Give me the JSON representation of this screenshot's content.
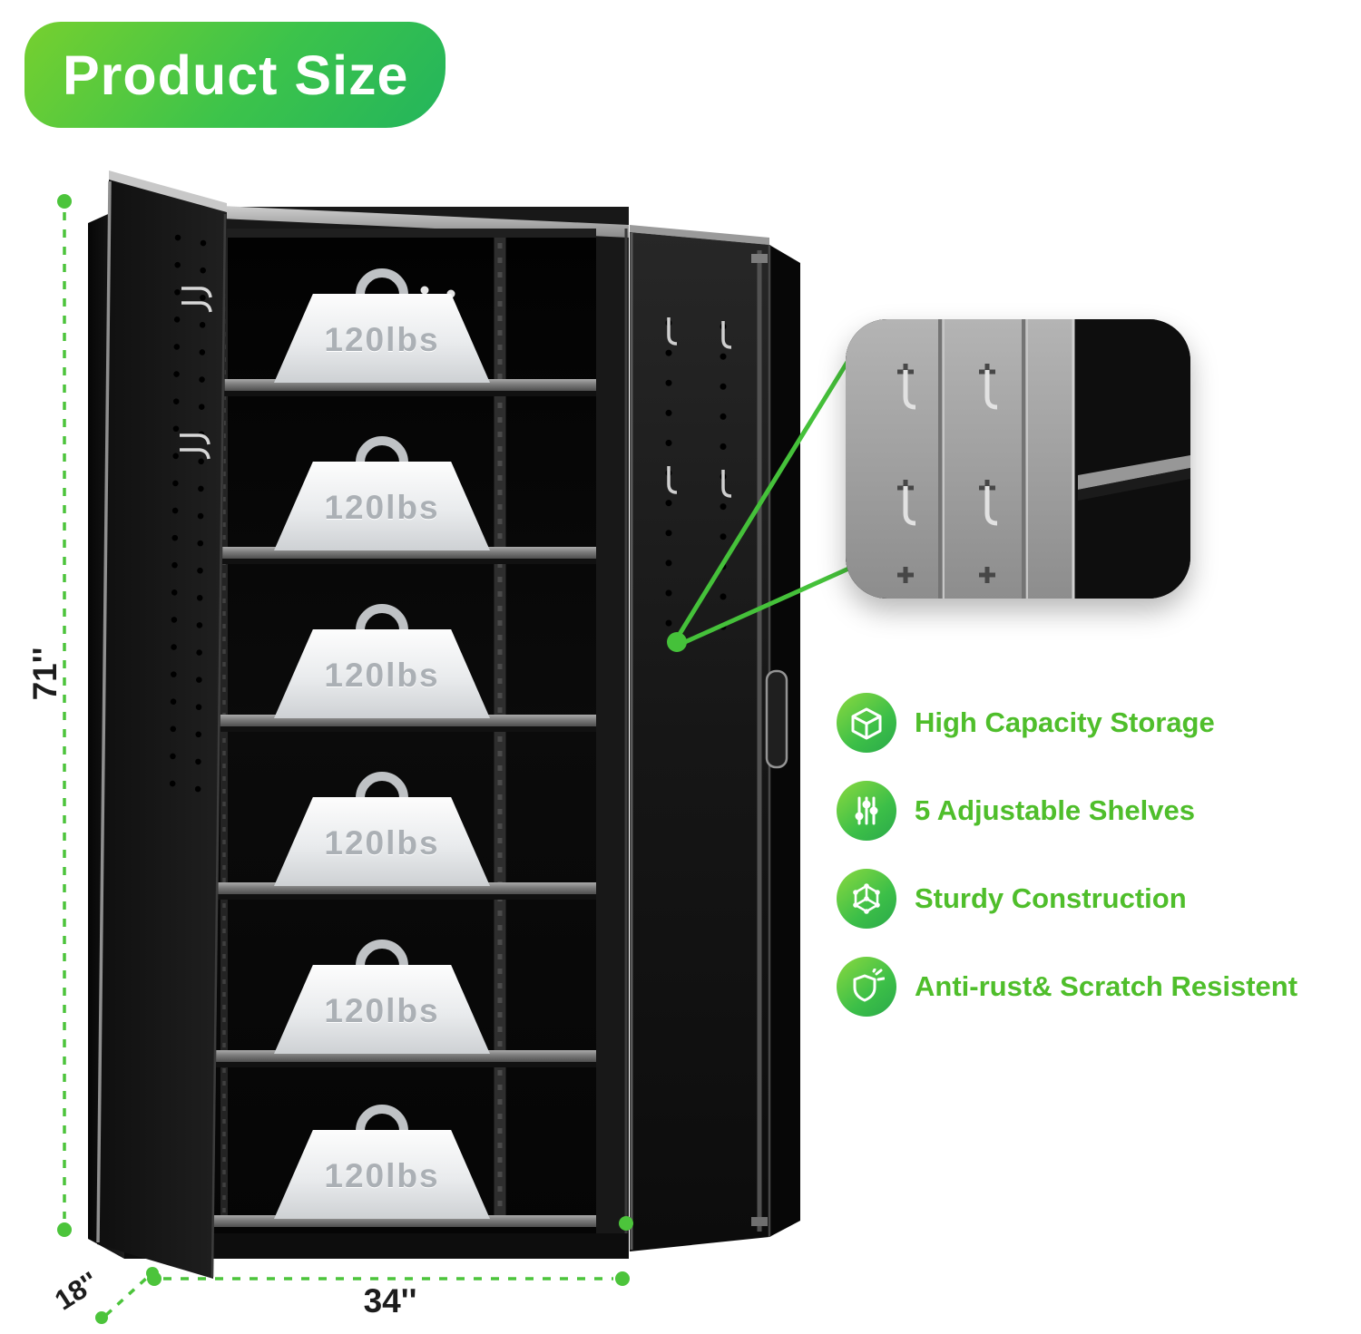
{
  "badge": {
    "title": "Product Size"
  },
  "dimensions": {
    "height": "71''",
    "depth": "18''",
    "width": "34''"
  },
  "cabinet": {
    "weight_label": "120lbs",
    "shelf_count": 6
  },
  "features": [
    {
      "icon": "storage-box-icon",
      "label": "High Capacity Storage"
    },
    {
      "icon": "adjustable-sliders-icon",
      "label": "5 Adjustable Shelves"
    },
    {
      "icon": "hex-structure-icon",
      "label": "Sturdy Construction"
    },
    {
      "icon": "anti-rust-shield-icon",
      "label": "Anti-rust& Scratch Resistent"
    }
  ],
  "colors": {
    "accent_green": "#4cc43b",
    "badge_gradient_start": "#76d02f",
    "badge_gradient_end": "#23b55c",
    "feature_text_green": "#4fbe2b",
    "cabinet_black": "#141414",
    "weight_white": "#f2f3f4"
  }
}
